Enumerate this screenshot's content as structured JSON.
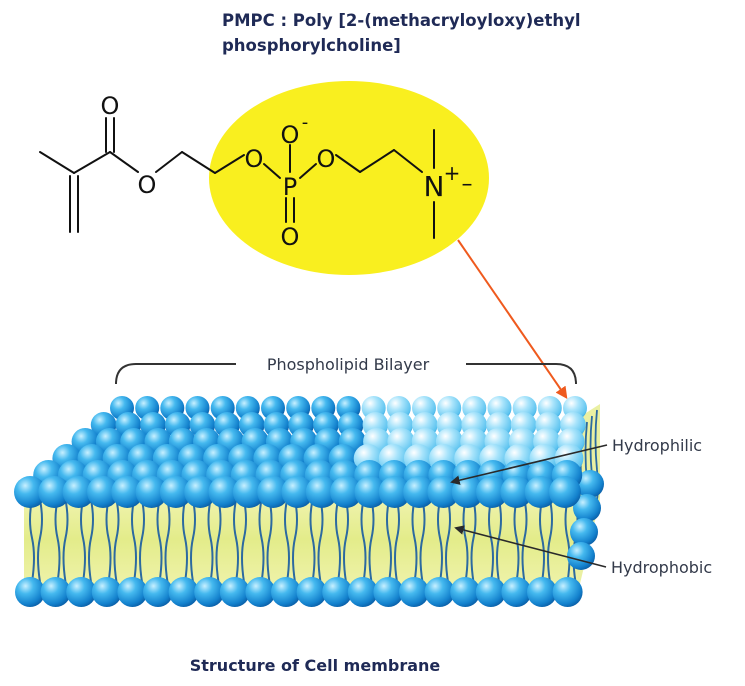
{
  "title": {
    "line1": "PMPC : Poly [2-(methacryloyloxy)ethyl",
    "line2": "phosphorylcholine]"
  },
  "molecule": {
    "atoms": {
      "carbonyl_o": "O",
      "ester_o": "O",
      "p_o_left": "O",
      "p_o_right": "O",
      "p_o_top": "O",
      "p_o_top_charge": "-",
      "phosphorus": "P",
      "p_o_bottom": "O",
      "nitrogen": "N",
      "n_charge": "+",
      "n_methyl_dash": "–"
    },
    "highlight_color": "#f9ef1f",
    "pointer_color": "#ef5a1e"
  },
  "labels": {
    "bilayer": "Phospholipid Bilayer",
    "hydrophilic": "Hydrophilic",
    "hydrophobic": "Hydrophobic"
  },
  "caption": "Structure of Cell membrane",
  "colors": {
    "text_dark": "#1f2a56",
    "head_blue": "#1f8fd8",
    "tail_yellow": "#eef19a"
  }
}
